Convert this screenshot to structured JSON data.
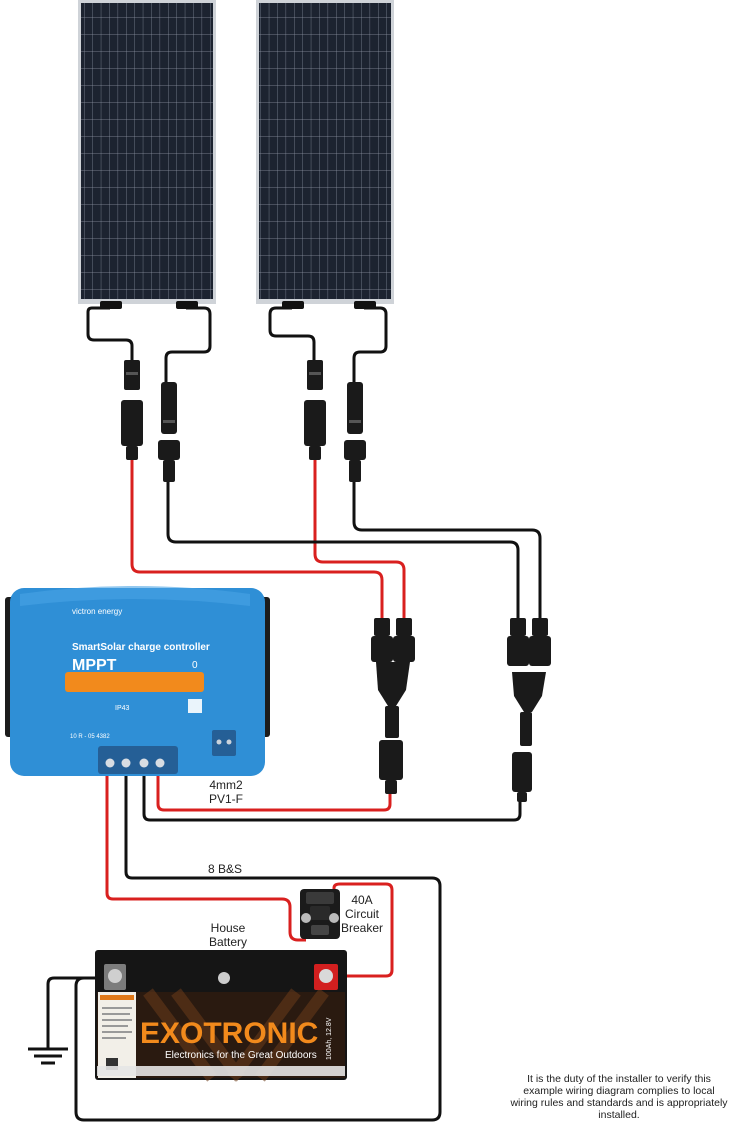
{
  "controller": {
    "brand": "victron energy",
    "product_line": "SmartSolar charge controller",
    "model": "MPPT",
    "digit": "0",
    "rating": "IP43",
    "serial": "10 R - 05 4382",
    "color": "#2f8fd6"
  },
  "battery": {
    "brand": "EXOTRONIC",
    "tagline": "Electronics for the Great Outdoors",
    "spec": "100Ah, 12.8V",
    "accent": "#f28a1c"
  },
  "labels": {
    "wire_size_line1": "4mm2",
    "wire_size_line2": "PV1-F",
    "battery_cable": "8 B&S",
    "breaker_line1": "40A",
    "breaker_line2": "Circuit",
    "breaker_line3": "Breaker",
    "battery_line1": "House",
    "battery_line2": "Battery"
  },
  "disclaimer": "It is the duty of the installer to verify this example wiring diagram complies to local wiring rules and standards and is appropriately installed.",
  "colors": {
    "positive_wire": "#d9201f",
    "negative_wire": "#111111",
    "panel_cell": "#1c2330",
    "panel_grid": "#8f97a6"
  }
}
